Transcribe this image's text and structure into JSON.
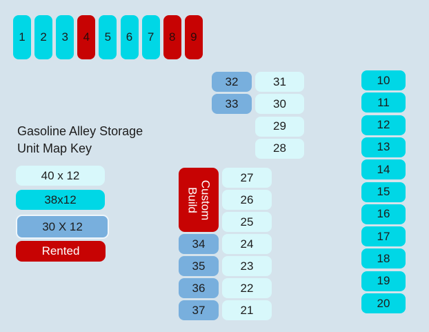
{
  "title": "Gasoline Alley Storage\nUnit Map Key",
  "legend": [
    {
      "label": "40 x 12",
      "type": "c40"
    },
    {
      "label": "38x12",
      "type": "c38"
    },
    {
      "label": "30 X 12",
      "type": "c30"
    },
    {
      "label": "Rented",
      "type": "rent"
    }
  ],
  "custom_build_label": "Custom\nBuild",
  "groups": {
    "top_row": [
      {
        "n": "1",
        "type": "c38"
      },
      {
        "n": "2",
        "type": "c38"
      },
      {
        "n": "3",
        "type": "c38"
      },
      {
        "n": "4",
        "type": "rent"
      },
      {
        "n": "5",
        "type": "c38"
      },
      {
        "n": "6",
        "type": "c38"
      },
      {
        "n": "7",
        "type": "c38"
      },
      {
        "n": "8",
        "type": "rent"
      },
      {
        "n": "9",
        "type": "rent"
      }
    ],
    "right_column": [
      {
        "n": "10",
        "type": "c38"
      },
      {
        "n": "11",
        "type": "c38"
      },
      {
        "n": "12",
        "type": "c38"
      },
      {
        "n": "13",
        "type": "c38"
      },
      {
        "n": "14",
        "type": "c38"
      },
      {
        "n": "15",
        "type": "c38"
      },
      {
        "n": "16",
        "type": "c38"
      },
      {
        "n": "17",
        "type": "c38"
      },
      {
        "n": "18",
        "type": "c38"
      },
      {
        "n": "19",
        "type": "c38"
      },
      {
        "n": "20",
        "type": "c38"
      }
    ],
    "upper_left_small": [
      {
        "n": "32",
        "type": "c30"
      },
      {
        "n": "33",
        "type": "c30"
      }
    ],
    "upper_column": [
      {
        "n": "31",
        "type": "c40"
      },
      {
        "n": "30",
        "type": "c40"
      },
      {
        "n": "29",
        "type": "c40"
      },
      {
        "n": "28",
        "type": "c40"
      }
    ],
    "lower_left_small": [
      {
        "n": "34",
        "type": "c30"
      },
      {
        "n": "35",
        "type": "c30"
      },
      {
        "n": "36",
        "type": "c30"
      },
      {
        "n": "37",
        "type": "c30"
      }
    ],
    "lower_column": [
      {
        "n": "27",
        "type": "c40"
      },
      {
        "n": "26",
        "type": "c40"
      },
      {
        "n": "25",
        "type": "c40"
      },
      {
        "n": "24",
        "type": "c40"
      },
      {
        "n": "23",
        "type": "c40"
      },
      {
        "n": "22",
        "type": "c40"
      },
      {
        "n": "21",
        "type": "c40"
      }
    ]
  }
}
